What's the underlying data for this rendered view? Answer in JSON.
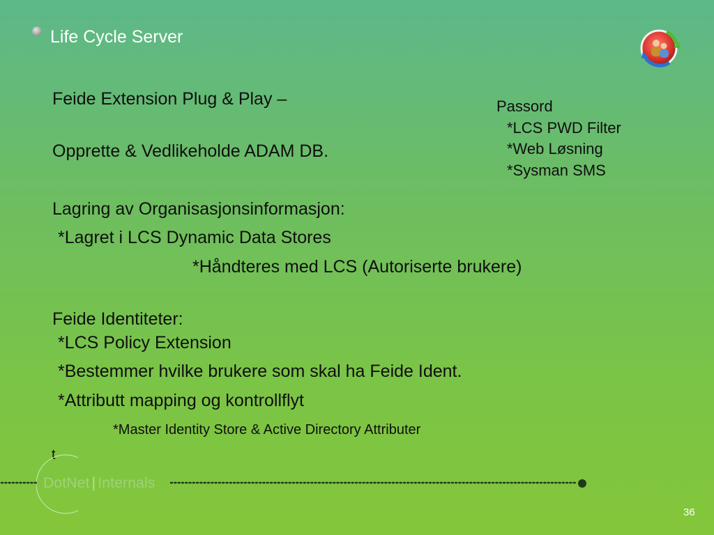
{
  "slide": {
    "title": "Life Cycle Server",
    "page_number": "36"
  },
  "body": {
    "line_plug_play": "Feide Extension Plug & Play –",
    "line_adam": "Opprette & Vedlikeholde ADAM DB.",
    "line_lagring": "Lagring av Organisasjonsinformasjon:",
    "line_lagret": "*Lagret i LCS Dynamic Data Stores",
    "line_handteres": "*Håndteres med LCS (Autoriserte brukere)",
    "line_feide_ident": "Feide Identiteter:",
    "line_policy": "*LCS Policy Extension",
    "line_bestemmer": "*Bestemmer hvilke brukere som skal ha Feide Ident.",
    "line_attributt": "*Attributt mapping og kontrollflyt",
    "line_master": "*Master Identity Store & Active Directory Attributer",
    "line_t": "t"
  },
  "sidebar_box": {
    "heading": "Passord",
    "items": [
      "*LCS PWD Filter",
      "*Web Løsning",
      "*Sysman SMS"
    ]
  },
  "footer": {
    "brand_left": "DotNet",
    "brand_sep": "|",
    "brand_right": "Internals"
  },
  "colors": {
    "background_top": "#5db88a",
    "background_bottom": "#84c63a",
    "title_text": "#ffffff",
    "body_text": "#0f0f0f",
    "footer_dots": "#1f3a1a"
  }
}
